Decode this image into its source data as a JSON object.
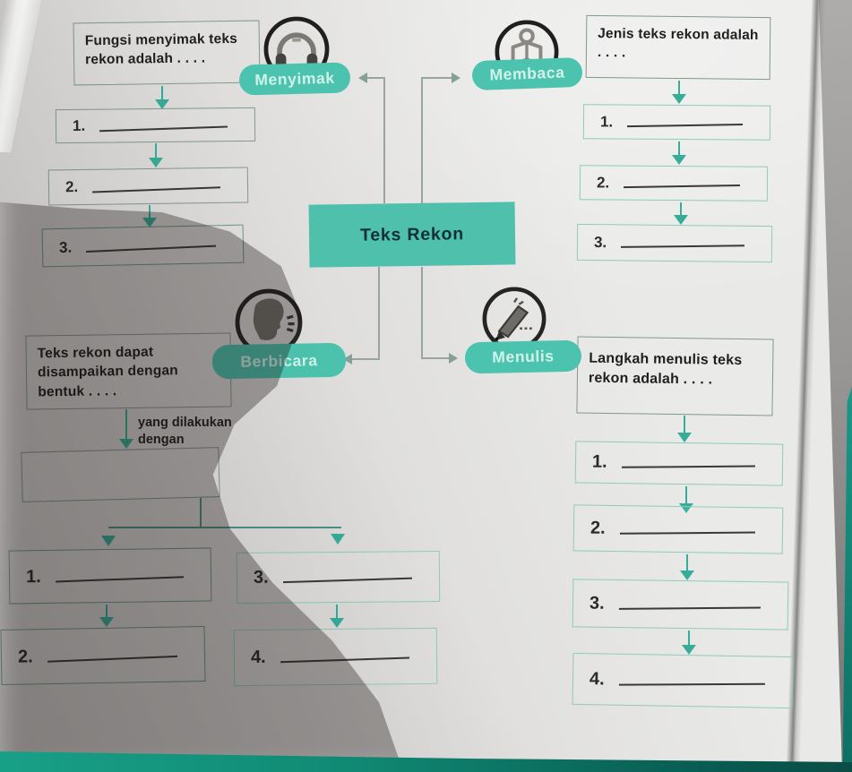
{
  "palette": {
    "teal": "#4cc3ae",
    "teal_dark": "#2fa28c",
    "page": "#e2e1df",
    "ink": "#2a2a28"
  },
  "diagram": {
    "center_label": "Teks Rekon"
  },
  "skills": {
    "menyimak": {
      "label": "Menyimak",
      "icon": "headphones-icon",
      "prompt": "Fungsi menyimak teks rekon adalah . . . .",
      "items": [
        "1.",
        "2.",
        "3."
      ]
    },
    "membaca": {
      "label": "Membaca",
      "icon": "reading-book-icon",
      "prompt": "Jenis teks rekon adalah . . . .",
      "items": [
        "1.",
        "2.",
        "3."
      ]
    },
    "berbicara": {
      "label": "Berbicara",
      "icon": "speaking-face-icon",
      "prompt": "Teks rekon dapat disampaikan dengan bentuk . . . .",
      "connector_label": "yang dilakukan dengan",
      "items": [
        "1.",
        "2.",
        "3.",
        "4."
      ]
    },
    "menulis": {
      "label": "Menulis",
      "icon": "writing-pen-icon",
      "prompt": "Langkah menulis teks rekon adalah . . . .",
      "items": [
        "1.",
        "2.",
        "3.",
        "4."
      ]
    }
  }
}
